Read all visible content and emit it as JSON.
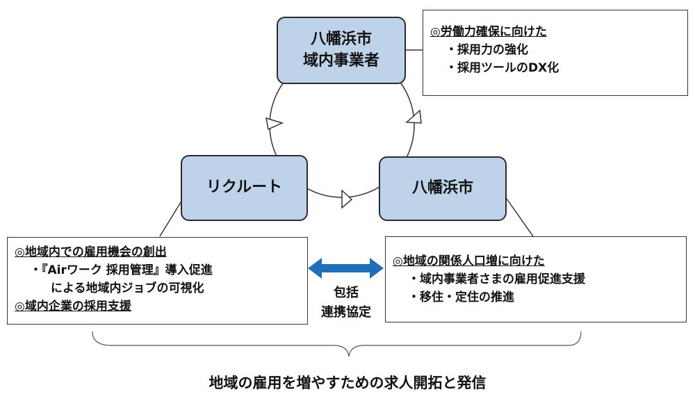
{
  "nodes": {
    "top": {
      "line1": "八幡浜市",
      "line2": "域内事業者"
    },
    "left": {
      "label": "リクルート"
    },
    "right": {
      "label": "八幡浜市"
    }
  },
  "boxes": {
    "top_right": {
      "heading": "◎労働力確保に向けた",
      "items": [
        "・採用力の強化",
        "・採用ツールのDX化"
      ]
    },
    "left": {
      "heading1": "◎地域内での雇用機会の創出",
      "item1": "・『Airワーク 採用管理』導入促進",
      "item1_cont": "による地域内ジョブの可視化",
      "heading2": "◎域内企業の採用支援"
    },
    "right": {
      "heading": "◎地域の関係人口増に向けた",
      "items": [
        "・域内事業者さまの雇用促進支援",
        "・移住・定住の推進"
      ]
    }
  },
  "center": {
    "line1": "包括",
    "line2": "連携協定"
  },
  "caption": "地域の雇用を増やすための求人開拓と発信",
  "colors": {
    "node_fill": "#bed3ea",
    "arrow": "#1f6fb8"
  }
}
